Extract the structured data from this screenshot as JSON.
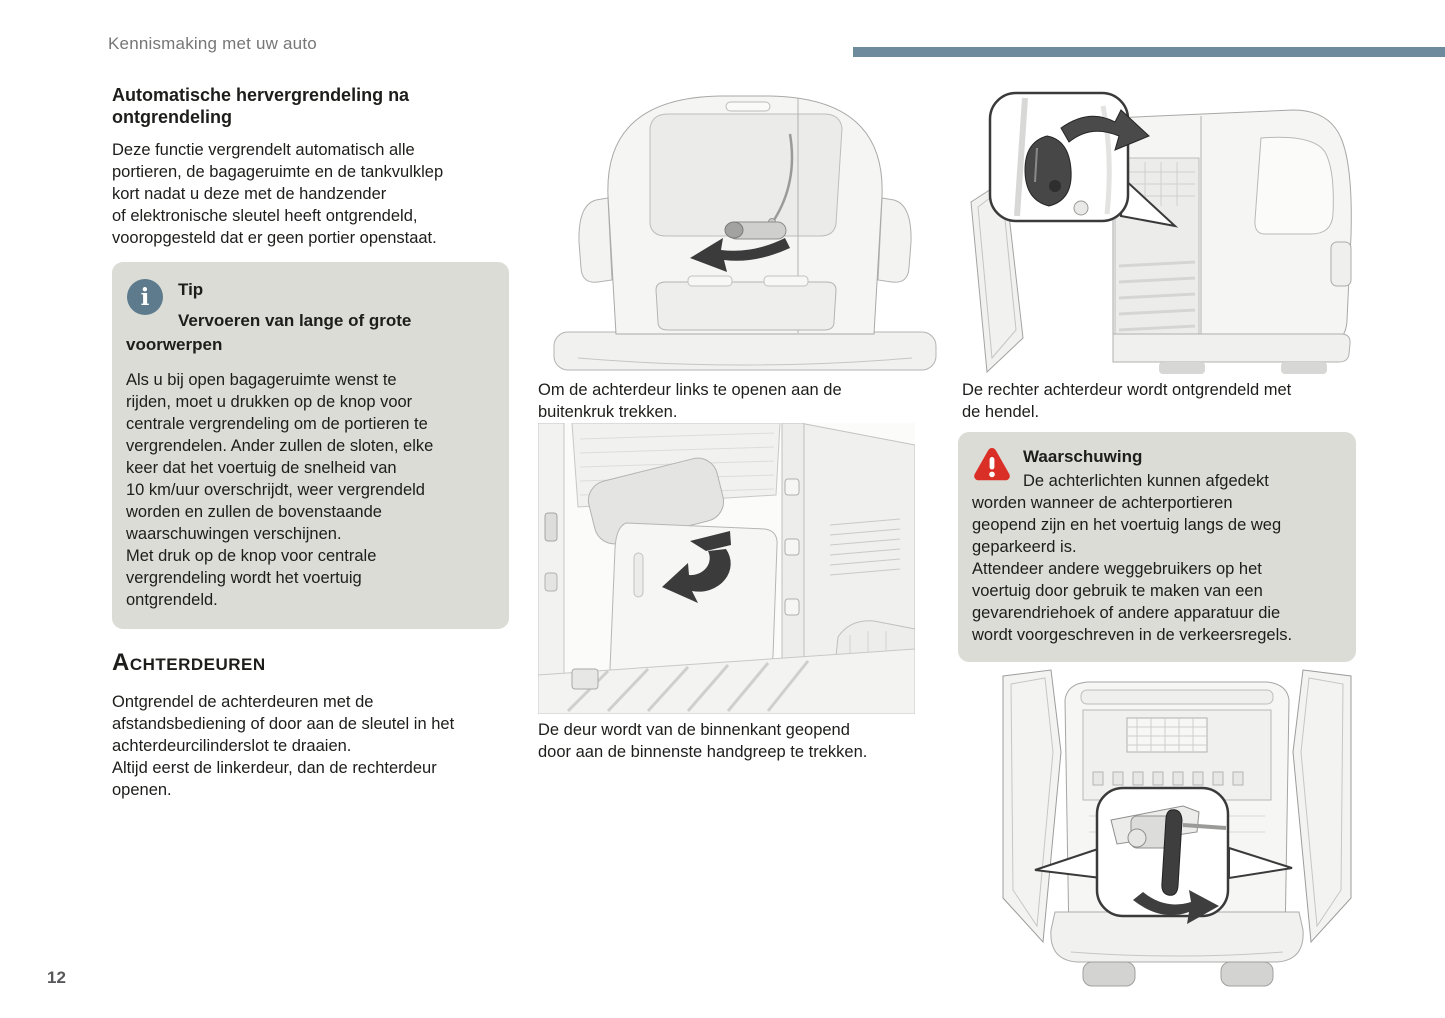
{
  "page": {
    "header": "Kennismaking met uw auto",
    "page_number": "12"
  },
  "colors": {
    "accent_bar": "#6d8b9d",
    "note_box_bg": "#dbdcd6",
    "info_icon_bg": "#5d7b8c",
    "warning_red": "#da2f27"
  },
  "icons": {
    "tip": "info-icon",
    "tip_glyph": "i",
    "warning": "warning-triangle-icon"
  },
  "left_column": {
    "section1": {
      "title": "Automatische hervergrendeling na ontgrendeling",
      "body": "Deze functie vergrendelt automatisch alle\nportieren, de bagageruimte en de tankvulklep\nkort nadat u deze met de handzender\nof elektronische sleutel heeft ontgrendeld,\nvooropgesteld dat er geen portier openstaat."
    },
    "tip_box": {
      "label": "Tip",
      "subtitle": "Vervoeren van lange of grote voorwerpen",
      "body": "Als u bij open bagageruimte wenst te\nrijden, moet u drukken op de knop voor\ncentrale vergrendeling om de portieren te\nvergrendelen. Ander zullen de sloten, elke\nkeer dat het voertuig de snelheid van\n10 km/uur overschrijdt, weer vergrendeld\nworden en zullen de bovenstaande\nwaarschuwingen verschijnen.\nMet druk op de knop voor centrale\nvergrendeling wordt het voertuig\nontgrendeld."
    },
    "section2": {
      "title": "Achterdeuren",
      "body": "Ontgrendel de achterdeuren met de\nafstandsbediening of door aan de sleutel in het\nachterdeurcilinderslot te draaien.\nAltijd eerst de linkerdeur, dan de rechterdeur\nopenen."
    }
  },
  "middle_column": {
    "caption1": "Om de achterdeur links te openen aan de\nbuitenkruk trekken.",
    "caption2": "De deur wordt van de binnenkant geopend\ndoor aan de binnenste handgreep te trekken."
  },
  "right_column": {
    "caption3": "De rechter achterdeur wordt ontgrendeld met\nde hendel.",
    "warning_box": {
      "label": "Waarschuwing",
      "body": "De achterlichten kunnen afgedekt\nworden wanneer de achterportieren\ngeopend zijn en het voertuig langs de weg\ngeparkeerd is.\nAttendeer andere weggebruikers op het\nvoertuig door gebruik te maken van een\ngevarendriehoek of andere apparatuur die\nwordt voorgeschreven in de verkeersregels."
    }
  }
}
